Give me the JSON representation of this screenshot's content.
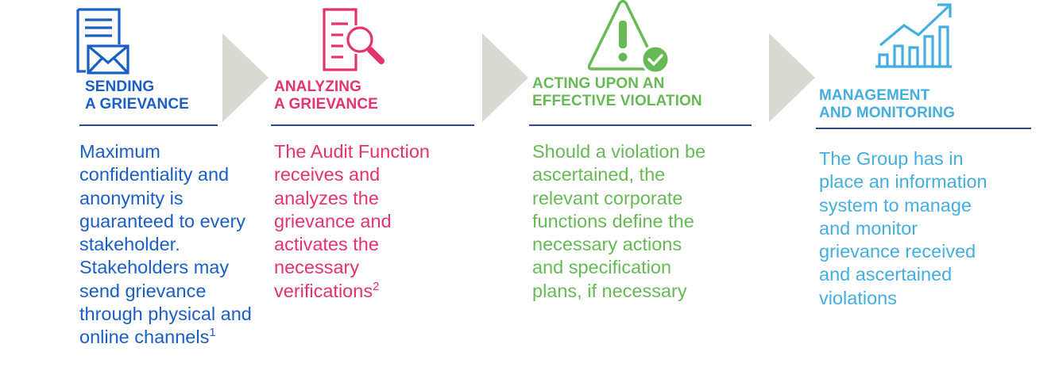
{
  "colors": {
    "step1": "#1a5fc8",
    "step2": "#e5336c",
    "step3": "#66ba55",
    "step4": "#45aee0",
    "rule": "#2e4a8c",
    "arrow": "#d9d9d2"
  },
  "steps": [
    {
      "icon": "envelope-document-icon",
      "title_lines": [
        "SENDING",
        "A GRIEVANCE"
      ],
      "body_lines": [
        "Maximum",
        "confidentiality and",
        "anonymity is",
        "guaranteed to every",
        "stakeholder.",
        "Stakeholders may",
        "send grievance",
        "through physical and",
        "online channels"
      ],
      "footnote": "1"
    },
    {
      "icon": "document-magnifier-icon",
      "title_lines": [
        "ANALYZING",
        "A GRIEVANCE"
      ],
      "body_lines": [
        "The Audit Function",
        "receives and",
        "analyzes the",
        "grievance and",
        "activates the",
        "necessary",
        "verifications"
      ],
      "footnote": "2"
    },
    {
      "icon": "warning-check-icon",
      "title_lines": [
        "ACTING UPON AN",
        "EFFECTIVE VIOLATION"
      ],
      "body_lines": [
        "Should a violation be",
        "ascertained, the",
        "relevant corporate",
        "functions define the",
        "necessary actions",
        "and specification",
        "plans, if necessary"
      ]
    },
    {
      "icon": "bar-chart-trend-icon",
      "title_lines": [
        "MANAGEMENT",
        "AND MONITORING"
      ],
      "body_lines": [
        "The Group has in",
        "place an information",
        "system to manage",
        "and monitor",
        "grievance received",
        "and ascertained",
        "violations"
      ]
    }
  ]
}
